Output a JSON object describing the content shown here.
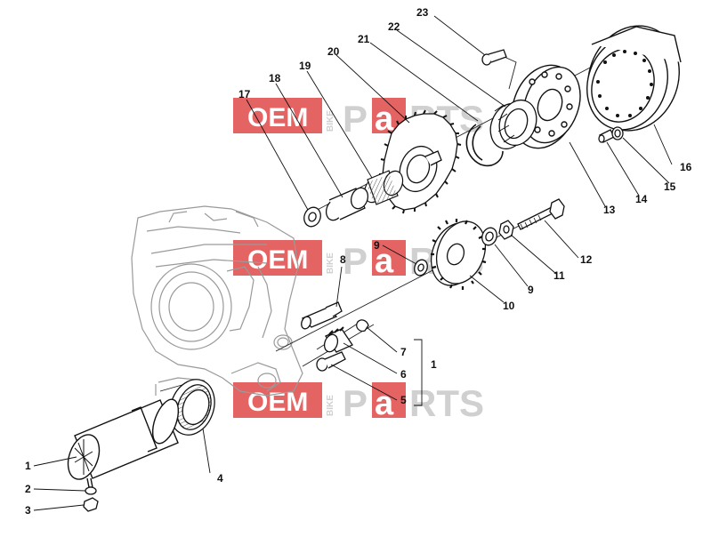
{
  "watermark": {
    "brand_left": "OEM",
    "brand_vertical": "BIKE",
    "brand_p": "P",
    "brand_a": "a",
    "brand_rest": "RTS",
    "bg_color": "#e04848",
    "grey_color": "#c8c8c8"
  },
  "callouts": [
    {
      "id": "1",
      "label": "1"
    },
    {
      "id": "2",
      "label": "2"
    },
    {
      "id": "3",
      "label": "3"
    },
    {
      "id": "4",
      "label": "4"
    },
    {
      "id": "5",
      "label": "5"
    },
    {
      "id": "6",
      "label": "6"
    },
    {
      "id": "7",
      "label": "7"
    },
    {
      "id": "8",
      "label": "8"
    },
    {
      "id": "9a",
      "label": "9"
    },
    {
      "id": "9b",
      "label": "9"
    },
    {
      "id": "10",
      "label": "10"
    },
    {
      "id": "11",
      "label": "11"
    },
    {
      "id": "12",
      "label": "12"
    },
    {
      "id": "13",
      "label": "13"
    },
    {
      "id": "14",
      "label": "14"
    },
    {
      "id": "15",
      "label": "15"
    },
    {
      "id": "16",
      "label": "16"
    },
    {
      "id": "17",
      "label": "17"
    },
    {
      "id": "18",
      "label": "18"
    },
    {
      "id": "19",
      "label": "19"
    },
    {
      "id": "20",
      "label": "20"
    },
    {
      "id": "21",
      "label": "21"
    },
    {
      "id": "22",
      "label": "22"
    },
    {
      "id": "23",
      "label": "23"
    },
    {
      "id": "group",
      "label": "1"
    }
  ]
}
